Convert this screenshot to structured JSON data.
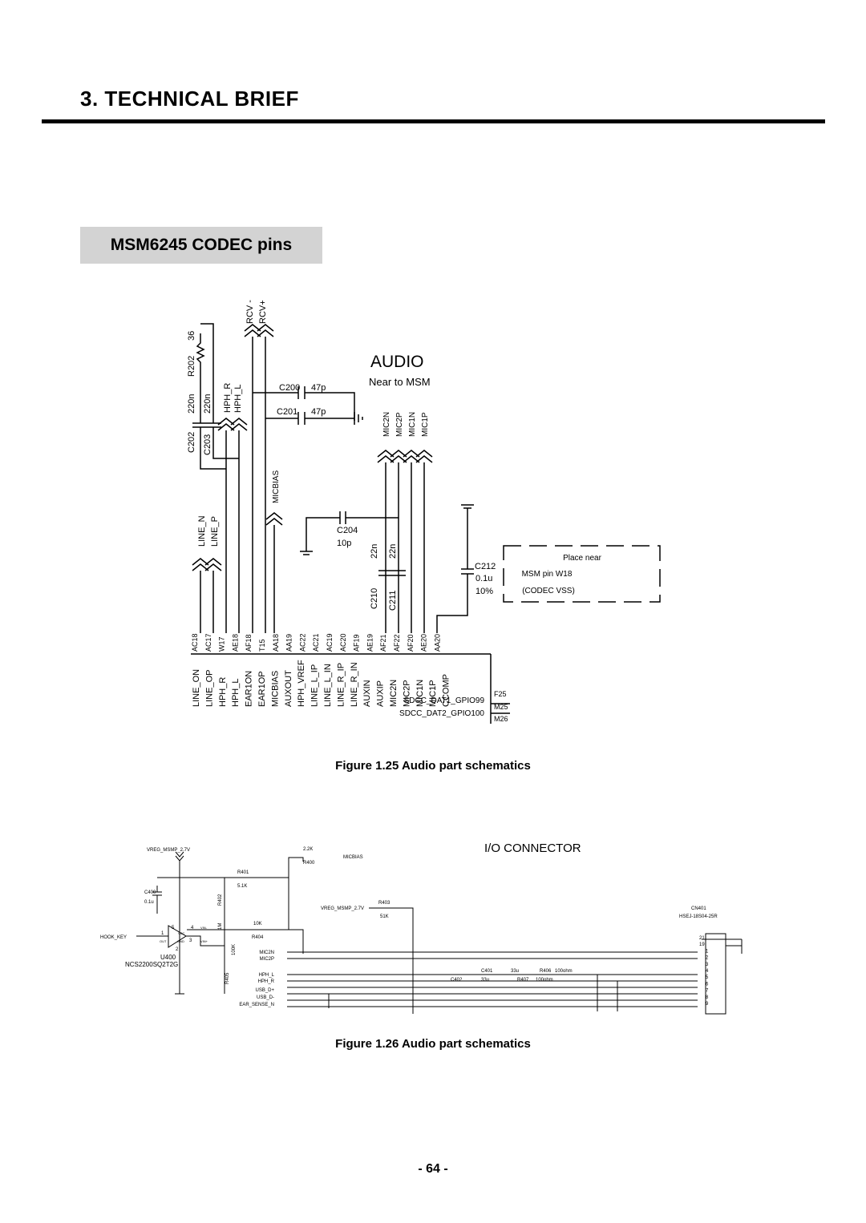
{
  "page": {
    "section_title": "3. TECHNICAL BRIEF",
    "subsection_title": "MSM6245 CODEC pins",
    "figure1_caption": "Figure 1.25 Audio part schematics",
    "figure2_caption": "Figure 1.26 Audio part schematics",
    "page_number": "- 64 -"
  },
  "audio_schematic": {
    "title": "AUDIO",
    "subtitle": "Near to MSM",
    "rcv_labels": [
      "RCV -",
      "RCV+"
    ],
    "r202": {
      "ref": "R202",
      "value": "36"
    },
    "c202": {
      "ref": "C202",
      "value": "220n"
    },
    "c203": {
      "ref": "C203",
      "value": "220n"
    },
    "hph_labels": [
      "HPH_R",
      "HPH_L"
    ],
    "c200": {
      "ref": "C200",
      "value": "47p"
    },
    "c201": {
      "ref": "C201",
      "value": "47p"
    },
    "mic_labels": [
      "MIC2N",
      "MIC2P",
      "MIC1N",
      "MIC1P"
    ],
    "micbias_label": "MICBIAS",
    "line_labels": [
      "LINE_N",
      "LINE_P"
    ],
    "c204": {
      "ref": "C204",
      "value": "10p"
    },
    "c210": {
      "ref": "C210",
      "value": "22n"
    },
    "c211": {
      "ref": "C211",
      "value": "22n"
    },
    "c212": {
      "ref": "C212",
      "value": "0.1u",
      "tolerance": "10%"
    },
    "note_lines": [
      "Place near",
      "MSM pin W18",
      "(CODEC VSS)"
    ],
    "pin_numbers": [
      "AC18",
      "AC17",
      "W17",
      "AE18",
      "AF18",
      "T15",
      "AA18",
      "AA19",
      "AC22",
      "AC21",
      "AC19",
      "AC20",
      "AF19",
      "AE19",
      "AF21",
      "AF22",
      "AF20",
      "AE20",
      "AA20"
    ],
    "pin_names": [
      "LINE_ON",
      "LINE_OP",
      "HPH_R",
      "HPH_L",
      "EAR1ON",
      "EAR1OP",
      "MICBIAS",
      "AUXOUT",
      "HPH_VREF",
      "LINE_L_IP",
      "LINE_L_IN",
      "LINE_R_IP",
      "LINE_R_IN",
      "AUXIN",
      "AUXIP",
      "MIC2N",
      "MIC2P",
      "MIC1N",
      "MIC1P",
      "CCOMP"
    ],
    "sdcc_names": [
      "SDCC_DAT1_GPIO99",
      "SDCC_DAT2_GPIO100"
    ],
    "sdcc_pins": [
      "F25",
      "M25",
      "M26"
    ]
  },
  "io_schematic": {
    "title": "I/O CONNECTOR",
    "vreg_labels": [
      "VREG_MSMP_2.7V",
      "VREG_MSMP_2.7V"
    ],
    "r400": {
      "ref": "R400",
      "value": "2.2K"
    },
    "micbias_label": "MICBIAS",
    "r401": {
      "ref": "R401",
      "value": "5.1K"
    },
    "r402": {
      "ref": "R402",
      "value": "1M"
    },
    "r403": {
      "ref": "R403",
      "value": "51K"
    },
    "r404": {
      "ref": "R404",
      "value": "10K"
    },
    "r405": {
      "ref": "R405",
      "value": "100K"
    },
    "r406": {
      "ref": "R406",
      "value": "100ohm"
    },
    "r407": {
      "ref": "R407",
      "value": "100ohm"
    },
    "c400": {
      "ref": "C400",
      "value": "0.1u"
    },
    "c401": {
      "ref": "C401",
      "value": "33u"
    },
    "c402": {
      "ref": "C402",
      "value": "33u"
    },
    "hook_key": "HOOK_KEY",
    "u400": {
      "ref": "U400",
      "part": "NCS2200SQ2T2G",
      "pins": [
        "5",
        "4",
        "1",
        "3",
        "2"
      ],
      "pin_names": [
        "VCC",
        "VIN-",
        "OUT",
        "GND",
        "VIN+"
      ]
    },
    "cn401": {
      "ref": "CN401",
      "part": "HSEJ-18S04-25R"
    },
    "nets": [
      "MIC2N",
      "MIC2P",
      "HPH_L",
      "HPH_R",
      "USB_D+",
      "USB_D-",
      "EAR_SENSE_N"
    ],
    "connector_pins": [
      "21",
      "19",
      "1",
      "2",
      "3",
      "4",
      "5",
      "6",
      "7",
      "8",
      "9"
    ]
  }
}
